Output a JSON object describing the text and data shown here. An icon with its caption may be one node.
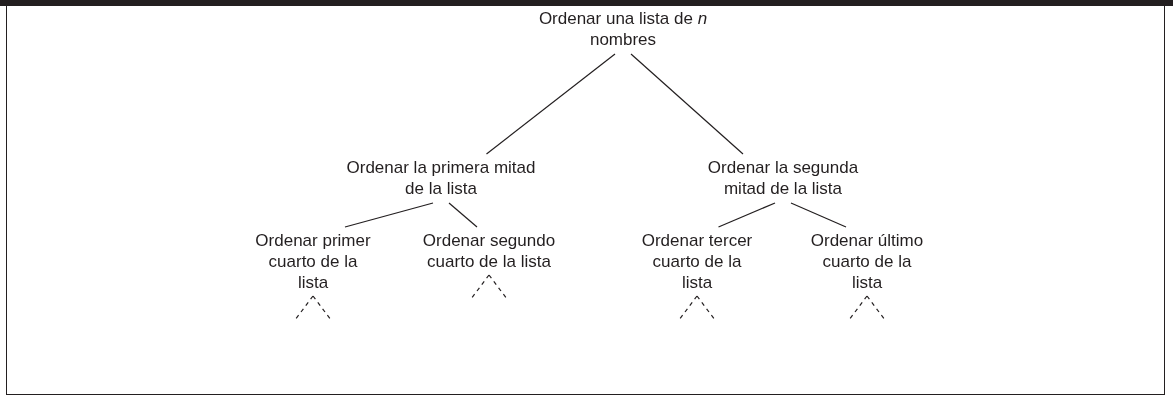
{
  "diagram": {
    "nodes": [
      {
        "text": [
          "Ordenar una lista de *n* nombres"
        ]
      },
      {
        "text": [
          "Ordenar la primera mitad de la lista"
        ]
      },
      {
        "text": [
          "Ordenar la segunda mitad de la lista"
        ]
      },
      {
        "text": [
          "Ordenar primer cuarto de la lista"
        ]
      },
      {
        "text": [
          "Ordenar segundo cuarto de la lista"
        ]
      },
      {
        "text": [
          "Ordenar tercer cuarto de la lista"
        ]
      },
      {
        "text": [
          "Ordenar último cuarto de la lista"
        ]
      }
    ],
    "edges": [
      {
        "from": 0,
        "to": 1,
        "arrow": "none"
      },
      {
        "from": 0,
        "to": 2,
        "arrow": "none"
      },
      {
        "from": 1,
        "to": 3,
        "arrow": "none"
      },
      {
        "from": 1,
        "to": 4,
        "arrow": "none"
      },
      {
        "from": 2,
        "to": 5,
        "arrow": "none"
      },
      {
        "from": 2,
        "to": 6,
        "arrow": "none"
      },
      {
        "from": 3,
        "to": null,
        "arrow": "none",
        "style": "dashed"
      },
      {
        "from": 3,
        "to": null,
        "arrow": "none",
        "style": "dashed"
      },
      {
        "from": 4,
        "to": null,
        "arrow": "none",
        "style": "dashed"
      },
      {
        "from": 4,
        "to": null,
        "arrow": "none",
        "style": "dashed"
      },
      {
        "from": 5,
        "to": null,
        "arrow": "none",
        "style": "dashed"
      },
      {
        "from": 5,
        "to": null,
        "arrow": "none",
        "style": "dashed"
      },
      {
        "from": 6,
        "to": null,
        "arrow": "none",
        "style": "dashed"
      },
      {
        "from": 6,
        "to": null,
        "arrow": "none",
        "style": "dashed"
      }
    ]
  }
}
